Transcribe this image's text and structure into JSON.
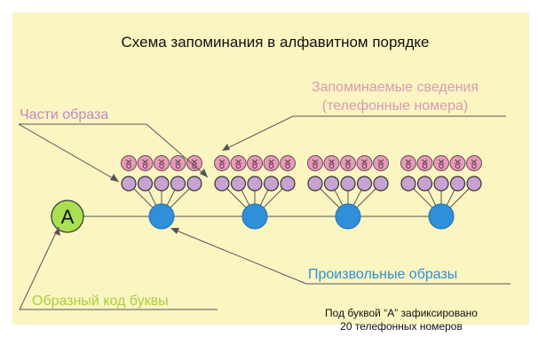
{
  "title": "Схема запоминания в алфавитном порядке",
  "labels": {
    "remembered_info_line1": "Запоминаемые сведения",
    "remembered_info_line2": "(телефонные номера)",
    "image_parts": "Части образа",
    "arbitrary_images": "Произвольные образы",
    "letter_code": "Образный код буквы",
    "note_line1": "Под буквой “A” зафиксировано",
    "note_line2": "20 телефонных номеров"
  },
  "letter_node": {
    "letter": "A"
  },
  "structure": {
    "groups": 4,
    "parts_per_group": 5
  },
  "colors": {
    "background": "#FAF5C1",
    "letter_node_fill": "#A9E051",
    "image_node_fill": "#2F8FD8",
    "part_node_fill": "#C8A3D1",
    "digit_node_fill": "#E79BB8",
    "line": "#555555",
    "label_image_parts": "#C487C2",
    "label_remembered": "#D99AB5",
    "label_arbitrary": "#2F8FD8",
    "label_letter_code": "#A8CF3C",
    "text_dark": "#111111"
  }
}
